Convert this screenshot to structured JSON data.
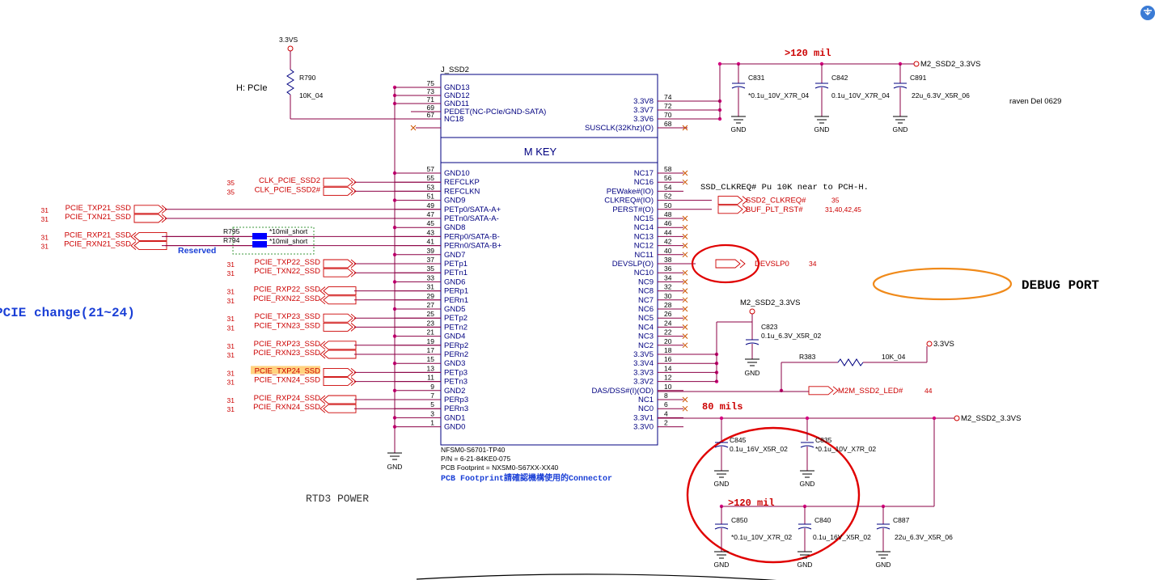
{
  "component": {
    "ref": "J_SSD2",
    "title": "M KEY",
    "footer": [
      "NFSM0-S6701-TP40",
      "P/N = 6-21-84KE0-075",
      "PCB Footprint = NXSM0-S67XX-XX40"
    ],
    "footer_note": "PCB Footprint請確認機構使用的Connector"
  },
  "left_pins_top": [
    {
      "num": "75",
      "name": "GND13"
    },
    {
      "num": "73",
      "name": "GND12"
    },
    {
      "num": "71",
      "name": "GND11"
    },
    {
      "num": "69",
      "name": "PEDET(NC-PCIe/GND-SATA)"
    },
    {
      "num": "67",
      "name": "NC18"
    }
  ],
  "right_pins_top": [
    {
      "num": "74",
      "name": "3.3V8"
    },
    {
      "num": "72",
      "name": "3.3V7"
    },
    {
      "num": "70",
      "name": "3.3V6"
    },
    {
      "num": "68",
      "name": "SUSCLK(32Khz)(O)"
    }
  ],
  "left_pins": [
    {
      "num": "57",
      "name": "GND10"
    },
    {
      "num": "55",
      "name": "REFCLKP"
    },
    {
      "num": "53",
      "name": "REFCLKN"
    },
    {
      "num": "51",
      "name": "GND9"
    },
    {
      "num": "49",
      "name": "PETp0/SATA-A+"
    },
    {
      "num": "47",
      "name": "PETn0/SATA-A-"
    },
    {
      "num": "45",
      "name": "GND8"
    },
    {
      "num": "43",
      "name": "PERp0/SATA-B-"
    },
    {
      "num": "41",
      "name": "PERn0/SATA-B+"
    },
    {
      "num": "39",
      "name": "GND7"
    },
    {
      "num": "37",
      "name": "PETp1"
    },
    {
      "num": "35",
      "name": "PETn1"
    },
    {
      "num": "33",
      "name": "GND6"
    },
    {
      "num": "31",
      "name": "PERp1"
    },
    {
      "num": "29",
      "name": "PERn1"
    },
    {
      "num": "27",
      "name": "GND5"
    },
    {
      "num": "25",
      "name": "PETp2"
    },
    {
      "num": "23",
      "name": "PETn2"
    },
    {
      "num": "21",
      "name": "GND4"
    },
    {
      "num": "19",
      "name": "PERp2"
    },
    {
      "num": "17",
      "name": "PERn2"
    },
    {
      "num": "15",
      "name": "GND3"
    },
    {
      "num": "13",
      "name": "PETp3"
    },
    {
      "num": "11",
      "name": "PETn3"
    },
    {
      "num": "9",
      "name": "GND2"
    },
    {
      "num": "7",
      "name": "PERp3"
    },
    {
      "num": "5",
      "name": "PERn3"
    },
    {
      "num": "3",
      "name": "GND1"
    },
    {
      "num": "1",
      "name": "GND0"
    }
  ],
  "right_pins": [
    {
      "num": "58",
      "name": "NC17"
    },
    {
      "num": "56",
      "name": "NC16"
    },
    {
      "num": "54",
      "name": "PEWake#(IO)"
    },
    {
      "num": "52",
      "name": "CLKREQ#(IO)"
    },
    {
      "num": "50",
      "name": "PERST#(O)"
    },
    {
      "num": "48",
      "name": "NC15"
    },
    {
      "num": "46",
      "name": "NC14"
    },
    {
      "num": "44",
      "name": "NC13"
    },
    {
      "num": "42",
      "name": "NC12"
    },
    {
      "num": "40",
      "name": "NC11"
    },
    {
      "num": "38",
      "name": "DEVSLP(O)"
    },
    {
      "num": "36",
      "name": "NC10"
    },
    {
      "num": "34",
      "name": "NC9"
    },
    {
      "num": "32",
      "name": "NC8"
    },
    {
      "num": "30",
      "name": "NC7"
    },
    {
      "num": "28",
      "name": "NC6"
    },
    {
      "num": "26",
      "name": "NC5"
    },
    {
      "num": "24",
      "name": "NC4"
    },
    {
      "num": "22",
      "name": "NC3"
    },
    {
      "num": "20",
      "name": "NC2"
    },
    {
      "num": "18",
      "name": "3.3V5"
    },
    {
      "num": "16",
      "name": "3.3V4"
    },
    {
      "num": "14",
      "name": "3.3V3"
    },
    {
      "num": "12",
      "name": "3.3V2"
    },
    {
      "num": "10",
      "name": "DAS/DSS#(I)(OD)"
    },
    {
      "num": "8",
      "name": "NC1"
    },
    {
      "num": "6",
      "name": "NC0"
    },
    {
      "num": "4",
      "name": "3.3V1"
    },
    {
      "num": "2",
      "name": "3.3V0"
    }
  ],
  "left_nets": [
    {
      "row": 1,
      "ref": "35",
      "name": "CLK_PCIE_SSD2"
    },
    {
      "row": 2,
      "ref": "35",
      "name": "CLK_PCIE_SSD2#"
    },
    {
      "row": 4,
      "ref": "31",
      "name": "PCIE_TXP21_SSD"
    },
    {
      "row": 5,
      "ref": "31",
      "name": "PCIE_TXN21_SSD"
    },
    {
      "row": 7,
      "ref": "31",
      "name": "PCIE_RXP21_SSD"
    },
    {
      "row": 8,
      "ref": "31",
      "name": "PCIE_RXN21_SSD"
    },
    {
      "row": 10,
      "ref": "31",
      "name": "PCIE_TXP22_SSD"
    },
    {
      "row": 11,
      "ref": "31",
      "name": "PCIE_TXN22_SSD"
    },
    {
      "row": 13,
      "ref": "31",
      "name": "PCIE_RXP22_SSD"
    },
    {
      "row": 14,
      "ref": "31",
      "name": "PCIE_RXN22_SSD"
    },
    {
      "row": 16,
      "ref": "31",
      "name": "PCIE_TXP23_SSD"
    },
    {
      "row": 17,
      "ref": "31",
      "name": "PCIE_TXN23_SSD"
    },
    {
      "row": 19,
      "ref": "31",
      "name": "PCIE_RXP23_SSD"
    },
    {
      "row": 20,
      "ref": "31",
      "name": "PCIE_RXN23_SSD"
    },
    {
      "row": 22,
      "ref": "31",
      "name": "PCIE_TXP24_SSD",
      "highlight": true
    },
    {
      "row": 23,
      "ref": "31",
      "name": "PCIE_TXN24_SSD"
    },
    {
      "row": 25,
      "ref": "31",
      "name": "PCIE_RXP24_SSD"
    },
    {
      "row": 26,
      "ref": "31",
      "name": "PCIE_RXN24_SSD"
    }
  ],
  "right_nets": [
    {
      "row": 3,
      "name": "SSD2_CLKREQ#",
      "ref": "35"
    },
    {
      "row": 4,
      "name": "BUF_PLT_RST#",
      "ref": "31,40,42,45"
    },
    {
      "row": 10,
      "name": "DEVSLP0",
      "ref": "34"
    },
    {
      "row": 24,
      "name": "M2M_SSD2_LED#",
      "ref": "44"
    }
  ],
  "resistors": {
    "r795": {
      "ref": "R795",
      "note": "*10mil_short"
    },
    "r794": {
      "ref": "R794",
      "note": "*10mil_short"
    },
    "reserved": "Reserved",
    "r790": {
      "ref": "R790",
      "value": "10K_04",
      "rail": "3.3VS",
      "strap": "H: PCIe"
    },
    "r383": {
      "ref": "R383",
      "value": "10K_04",
      "rail": "3.3VS"
    }
  },
  "caps_top": [
    {
      "ref": "C831",
      "value": "*0.1u_10V_X7R_04"
    },
    {
      "ref": "C842",
      "value": "0.1u_10V_X7R_04"
    },
    {
      "ref": "C891",
      "value": "22u_6.3V_X5R_06"
    }
  ],
  "cap_c823": {
    "ref": "C823",
    "value": "0.1u_6.3V_X5R_02",
    "rail": "M2_SSD2_3.3VS"
  },
  "caps_bottom_row1": [
    {
      "ref": "C845",
      "value": "0.1u_16V_X5R_02"
    },
    {
      "ref": "C835",
      "value": "*0.1u_10V_X7R_02"
    }
  ],
  "caps_bottom_row2": [
    {
      "ref": "C850",
      "value": "*0.1u_10V_X7R_02"
    },
    {
      "ref": "C840",
      "value": "0.1u_16V_X5R_02"
    },
    {
      "ref": "C887",
      "value": "22u_6.3V_X5R_06"
    }
  ],
  "power": {
    "rail_top": "M2_SSD2_3.3VS",
    "rail_bottom": "M2_SSD2_3.3VS",
    "gnd": "GND"
  },
  "notes": {
    "width_top": ">120 mil",
    "width_mid": "80 mils",
    "width_bottom": ">120 mil",
    "clkreq_note": "SSD_CLKREQ# Pu 10K near to PCH-H.",
    "pcie_change": "PCIE change(21~24)",
    "debug_port": "DEBUG PORT",
    "raven": "raven Del 0629",
    "rtd3": "RTD3 POWER"
  },
  "colors": {
    "wire": "#8b0045",
    "text_navy": "#000080",
    "net_red": "#cc0000",
    "highlight": "#ffd27f",
    "note_blue": "#1a3fd6",
    "circle_red": "#e00000",
    "circle_orange": "#f08a1a",
    "short_blue": "#0000ff",
    "reserved_green": "#3c9a3c"
  }
}
